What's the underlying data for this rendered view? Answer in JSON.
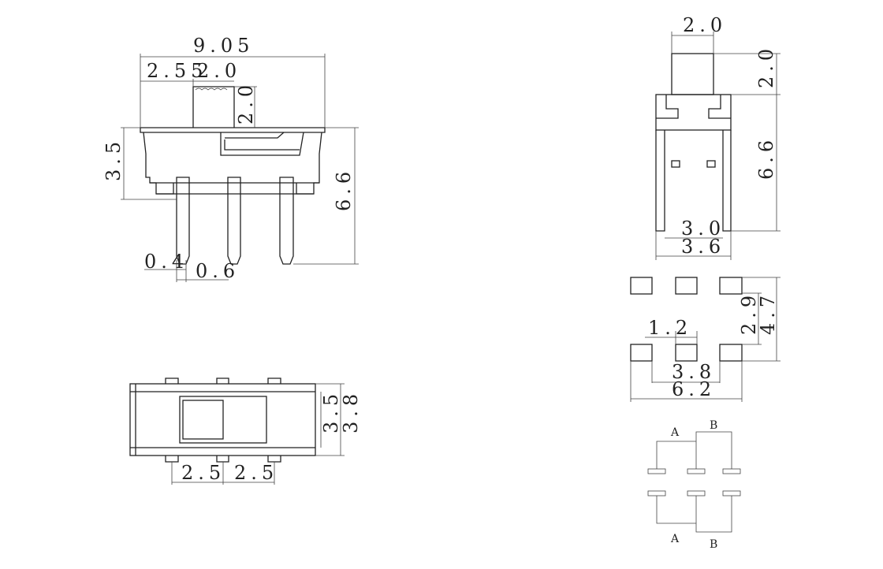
{
  "side_view": {
    "overall_width": "9.05",
    "offset": "2.55",
    "actuator_width": "2.0",
    "actuator_height": "2.0",
    "body_height": "3.5",
    "total_height": "6.6",
    "pin_width": "0.4",
    "pin_pitch_offset": "0.6"
  },
  "top_view": {
    "pitch_left": "2.5",
    "pitch_right": "2.5",
    "inner_height": "3.5",
    "outer_height": "3.8"
  },
  "end_view": {
    "actuator_width": "2.0",
    "actuator_height": "2.0",
    "total_height": "6.6",
    "leg_inner": "3.0",
    "leg_outer": "3.6"
  },
  "pad_layout": {
    "row_spacing": "2.9",
    "overall_height": "4.7",
    "pad_width": "1.2",
    "inner_span": "3.8",
    "overall_span": "6.2"
  },
  "schematic": {
    "top_a": "A",
    "top_b": "B",
    "bottom_a": "A",
    "bottom_b": "B"
  }
}
